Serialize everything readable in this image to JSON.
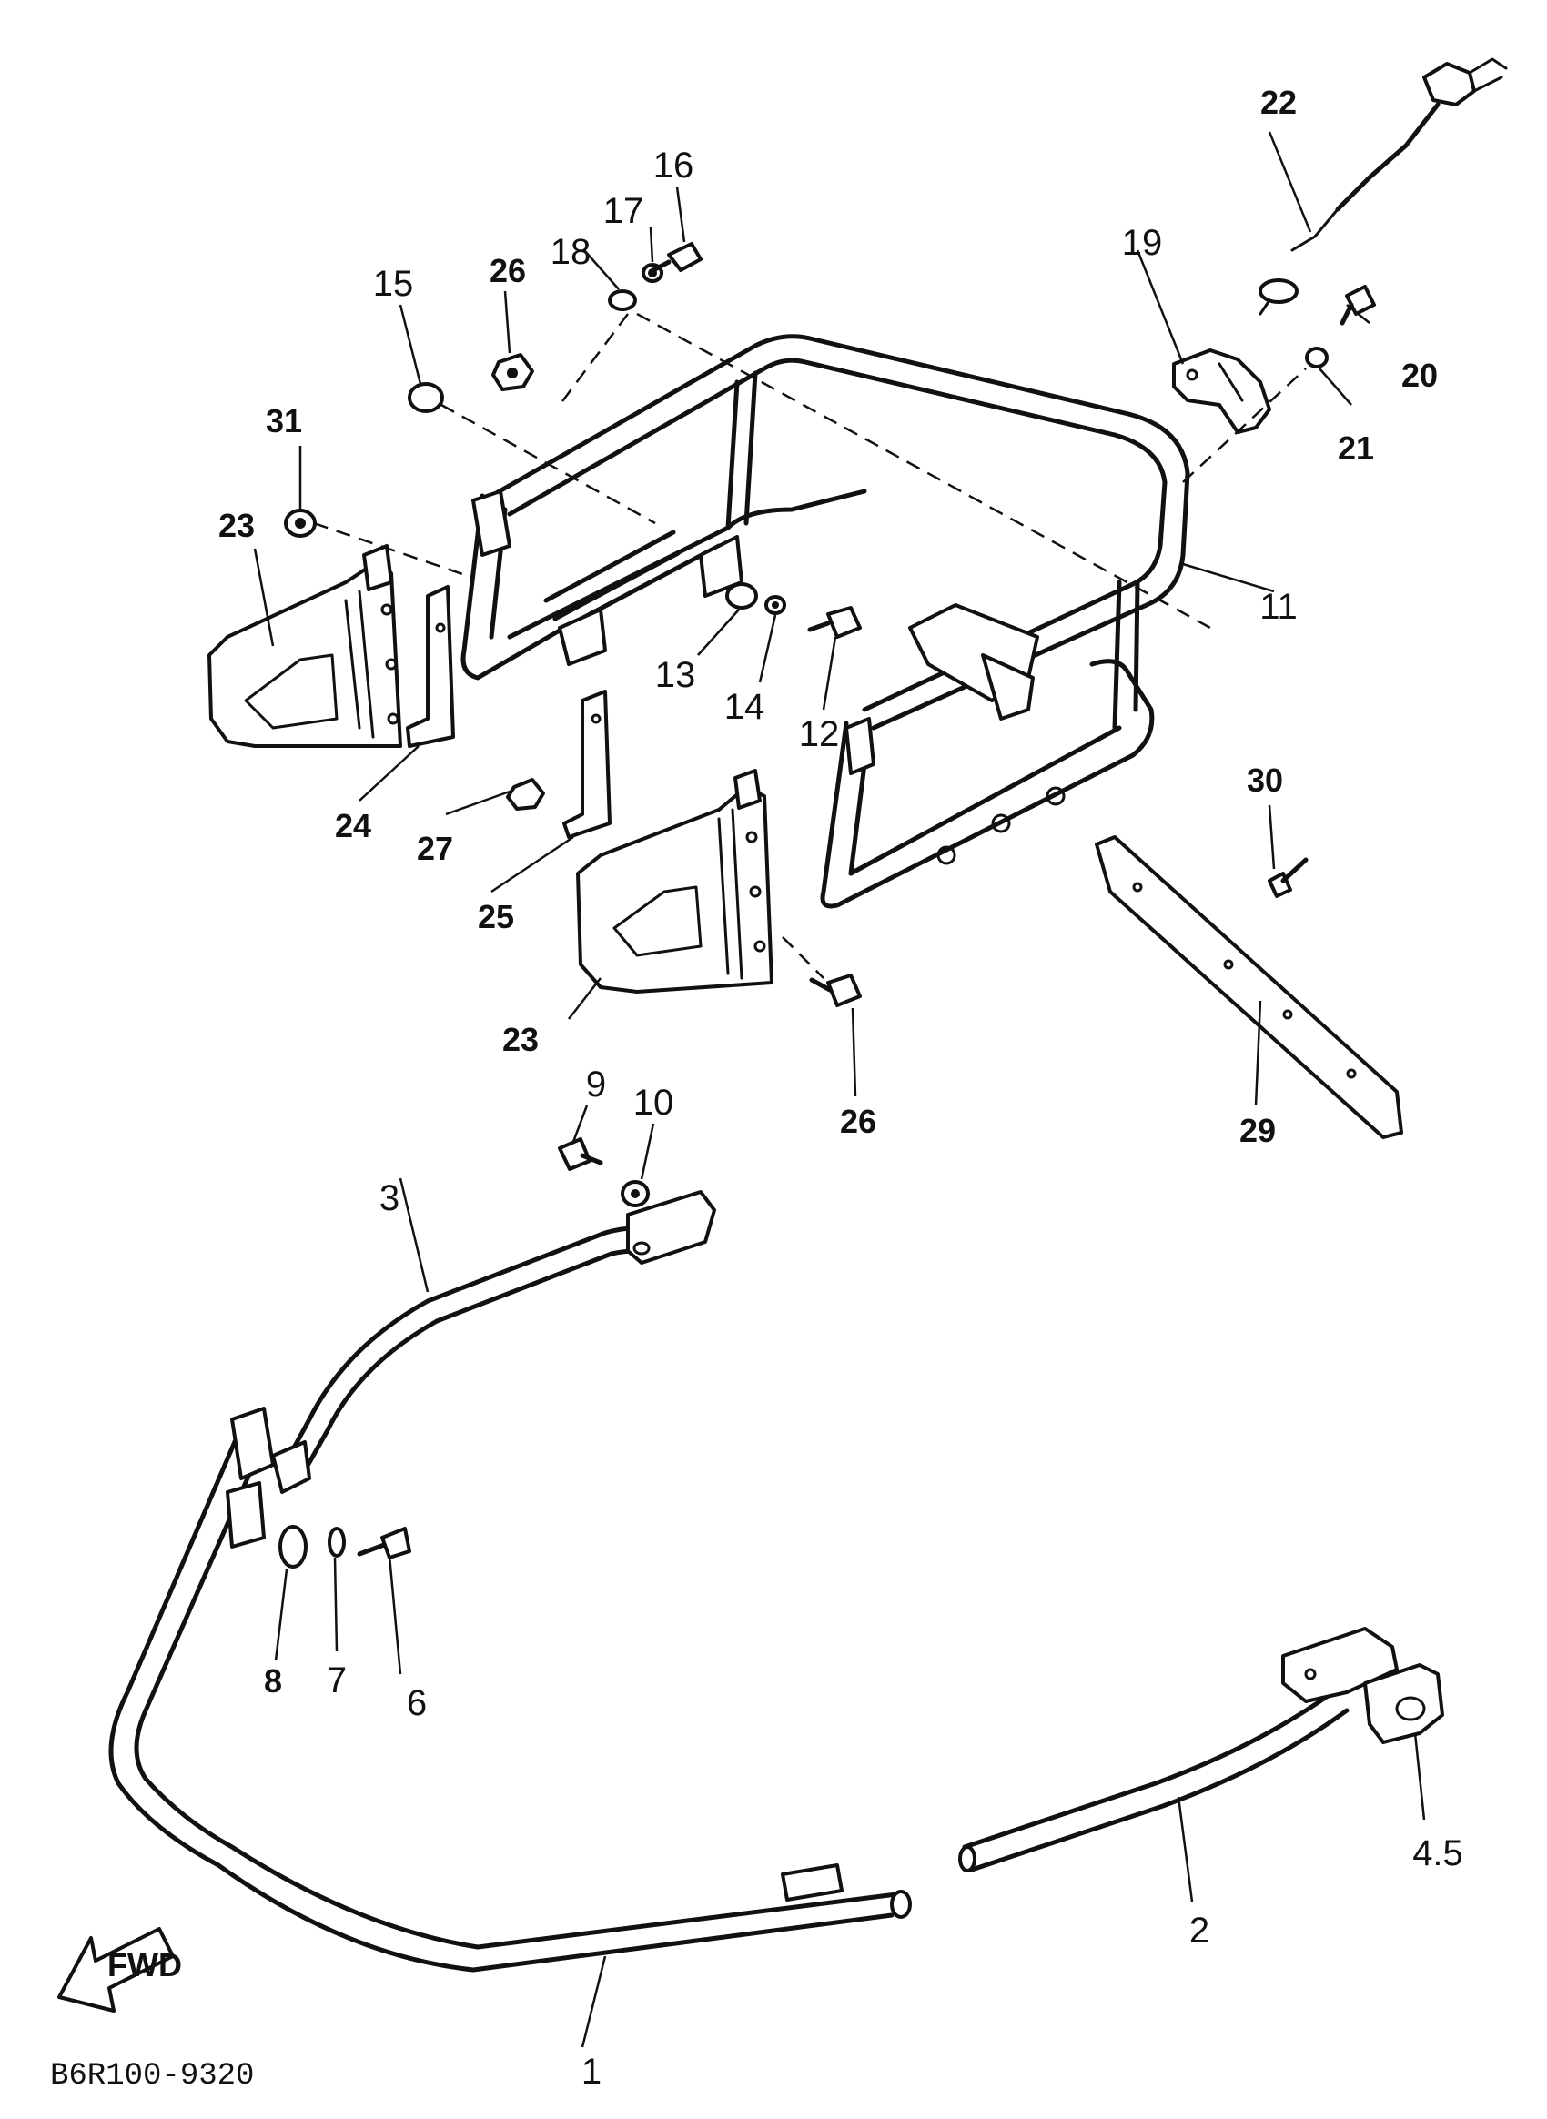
{
  "diagram": {
    "code": "B6R100-9320",
    "fwd_label": "FWD",
    "labels": {
      "p1": "1",
      "p2": "2",
      "p3": "3",
      "p4_5": "4.5",
      "p6": "6",
      "p7": "7",
      "p8": "8",
      "p9": "9",
      "p10": "10",
      "p11": "11",
      "p12": "12",
      "p13": "13",
      "p14": "14",
      "p15": "15",
      "p16": "16",
      "p17": "17",
      "p18": "18",
      "p19": "19",
      "p20": "20",
      "p21": "21",
      "p22": "22",
      "p23a": "23",
      "p23b": "23",
      "p24": "24",
      "p25": "25",
      "p26a": "26",
      "p26b": "26",
      "p27": "27",
      "p29": "29",
      "p30": "30",
      "p31": "31"
    }
  }
}
